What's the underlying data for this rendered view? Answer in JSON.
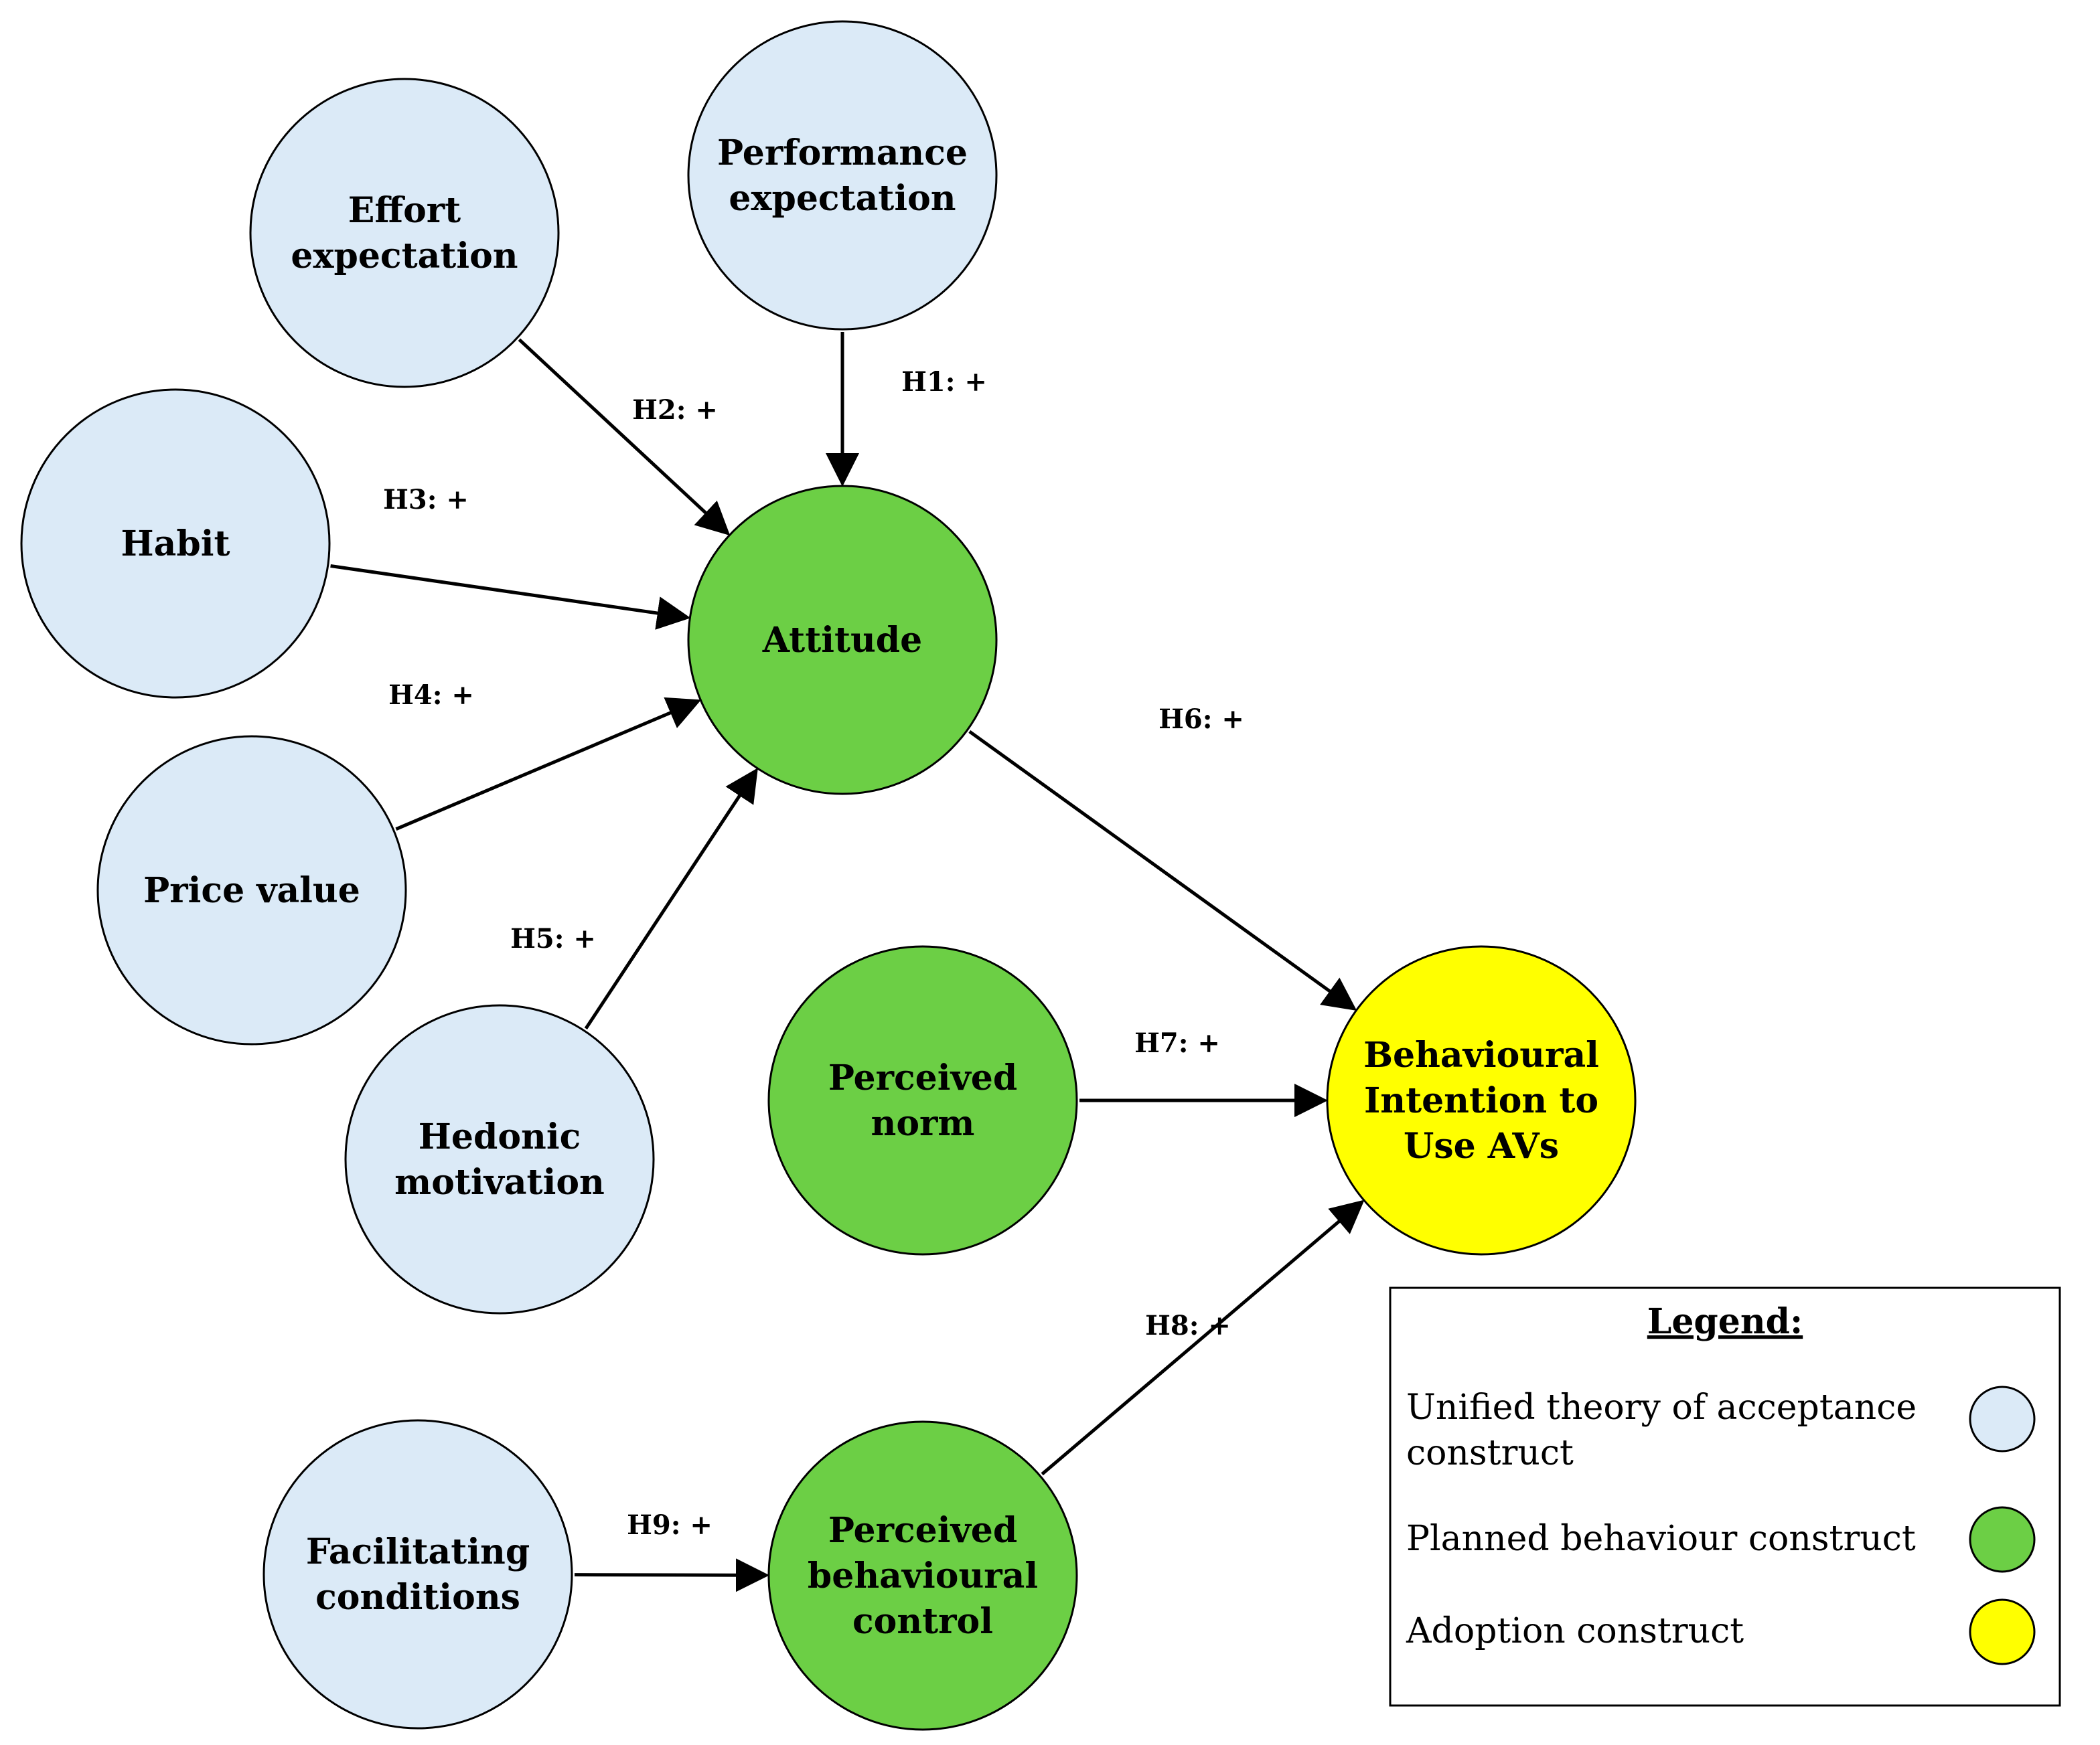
{
  "colors": {
    "utaut": "#dbeaf7",
    "planned": "#6ccf45",
    "adoption": "#ffff00",
    "stroke": "#000000"
  },
  "nodes": [
    {
      "id": "performance",
      "type": "utaut",
      "lines": [
        "Performance",
        "expectation"
      ]
    },
    {
      "id": "effort",
      "type": "utaut",
      "lines": [
        "Effort",
        "expectation"
      ]
    },
    {
      "id": "habit",
      "type": "utaut",
      "lines": [
        "Habit"
      ]
    },
    {
      "id": "price",
      "type": "utaut",
      "lines": [
        "Price value"
      ]
    },
    {
      "id": "hedonic",
      "type": "utaut",
      "lines": [
        "Hedonic",
        "motivation"
      ]
    },
    {
      "id": "facilitating",
      "type": "utaut",
      "lines": [
        "Facilitating",
        "conditions"
      ]
    },
    {
      "id": "attitude",
      "type": "planned",
      "lines": [
        "Attitude"
      ]
    },
    {
      "id": "norm",
      "type": "planned",
      "lines": [
        "Perceived",
        "norm"
      ]
    },
    {
      "id": "pbc",
      "type": "planned",
      "lines": [
        "Perceived",
        "behavioural",
        "control"
      ]
    },
    {
      "id": "intention",
      "type": "adoption",
      "lines": [
        "Behavioural",
        "Intention to",
        "Use AVs"
      ]
    }
  ],
  "edges": [
    {
      "from": "performance",
      "to": "attitude",
      "label": "H1: +"
    },
    {
      "from": "effort",
      "to": "attitude",
      "label": "H2: +"
    },
    {
      "from": "habit",
      "to": "attitude",
      "label": "H3: +"
    },
    {
      "from": "price",
      "to": "attitude",
      "label": "H4: +"
    },
    {
      "from": "hedonic",
      "to": "attitude",
      "label": "H5: +"
    },
    {
      "from": "attitude",
      "to": "intention",
      "label": "H6: +"
    },
    {
      "from": "norm",
      "to": "intention",
      "label": "H7: +"
    },
    {
      "from": "pbc",
      "to": "intention",
      "label": "H8: +"
    },
    {
      "from": "facilitating",
      "to": "pbc",
      "label": "H9: +"
    }
  ],
  "legend": {
    "title": "Legend:",
    "items": [
      {
        "type": "utaut",
        "lines": [
          "Unified theory of acceptance",
          "construct"
        ]
      },
      {
        "type": "planned",
        "lines": [
          "Planned behaviour construct"
        ]
      },
      {
        "type": "adoption",
        "lines": [
          "Adoption construct"
        ]
      }
    ]
  }
}
